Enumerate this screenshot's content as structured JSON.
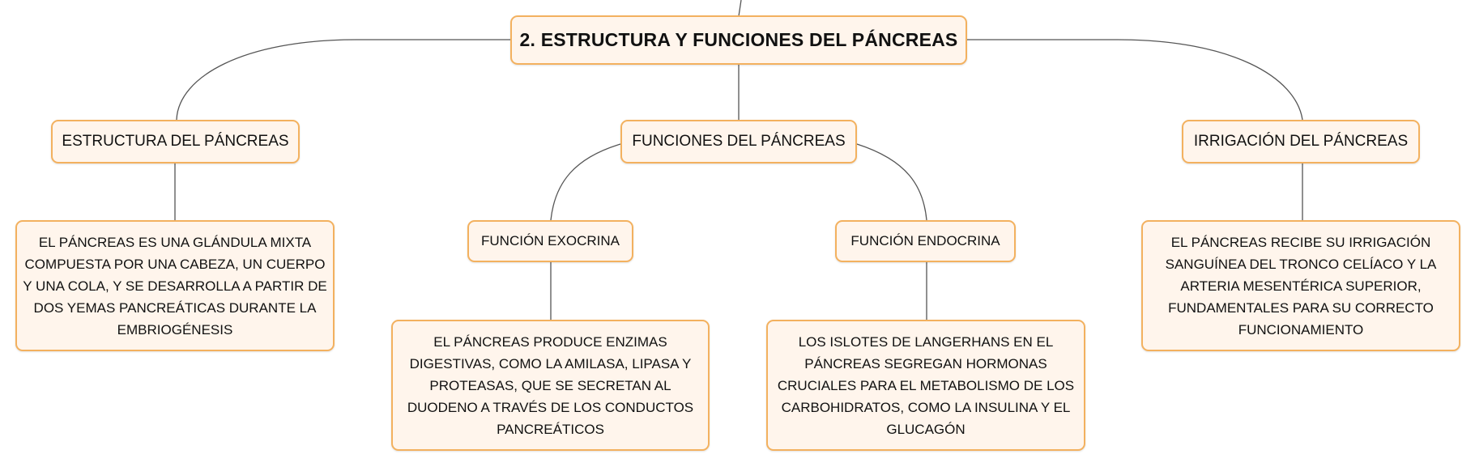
{
  "root": {
    "label": "2. ESTRUCTURA Y FUNCIONES DEL PÁNCREAS"
  },
  "estructura": {
    "label": "ESTRUCTURA DEL PÁNCREAS",
    "detail": "EL PÁNCREAS ES UNA GLÁNDULA MIXTA COMPUESTA POR UNA CABEZA, UN CUERPO Y UNA COLA, Y SE DESARROLLA A PARTIR DE DOS YEMAS PANCREÁTICAS DURANTE LA EMBRIOGÉNESIS"
  },
  "funciones": {
    "label": "FUNCIONES DEL PÁNCREAS",
    "exocrina": {
      "label": "FUNCIÓN EXOCRINA",
      "detail": "EL PÁNCREAS PRODUCE ENZIMAS DIGESTIVAS, COMO LA AMILASA, LIPASA Y PROTEASAS, QUE SE SECRETAN AL DUODENO A TRAVÉS DE LOS CONDUCTOS PANCREÁTICOS"
    },
    "endocrina": {
      "label": "FUNCIÓN ENDOCRINA",
      "detail": "LOS ISLOTES DE LANGERHANS EN EL PÁNCREAS SEGREGAN HORMONAS CRUCIALES PARA EL METABOLISMO DE LOS CARBOHIDRATOS, COMO LA INSULINA Y EL GLUCAGÓN"
    }
  },
  "irrigacion": {
    "label": "IRRIGACIÓN DEL PÁNCREAS",
    "detail": "EL PÁNCREAS RECIBE SU IRRIGACIÓN SANGUÍNEA DEL TRONCO CELÍACO Y LA ARTERIA MESENTÉRICA SUPERIOR, FUNDAMENTALES PARA SU CORRECTO FUNCIONAMIENTO"
  },
  "colors": {
    "node_fill": "#fff5ec",
    "node_border": "#f3b15f",
    "connector": "#555555"
  }
}
